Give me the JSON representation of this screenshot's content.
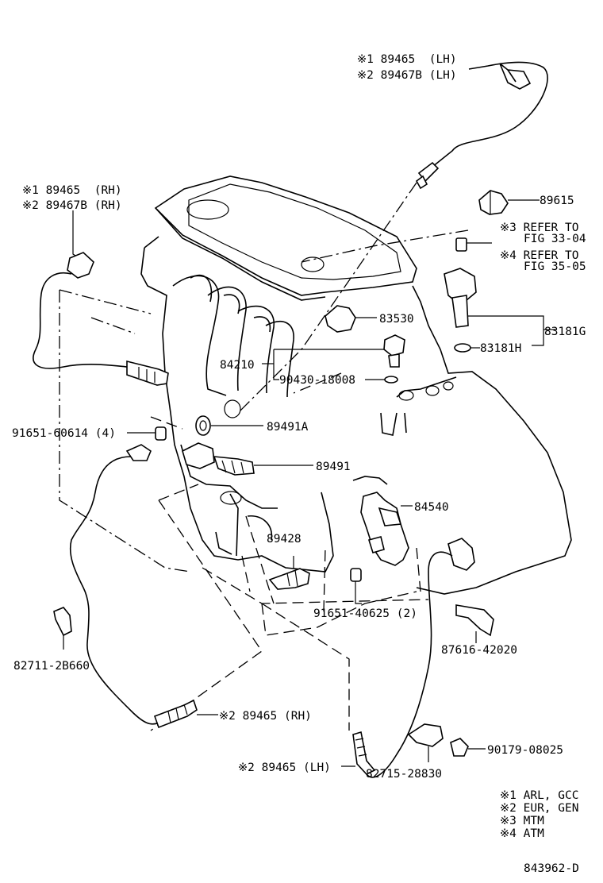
{
  "labels": {
    "p1_lh_a": "※1 89465  (LH)",
    "p1_lh_b": "※2 89467B (LH)",
    "p1_rh_a": "※1 89465  (RH)",
    "p1_rh_b": "※2 89467B (RH)",
    "knock": "89615",
    "ref1_a": "※3 REFER TO",
    "ref1_b": "FIG 33-04",
    "ref2_a": "※4 REFER TO",
    "ref2_b": "FIG 35-05",
    "oil_sw": "83530",
    "sensor_g": "83181G",
    "oring_h": "83181H",
    "temp": "84210",
    "gasket_sw": "90430-18008",
    "bolt_a": "91651-60614 (4)",
    "gasket_a": "89491A",
    "valve": "89491",
    "neutral_sw": "84540",
    "water_temp": "89428",
    "bolt_b": "91651-40625 (2)",
    "clamp_a": "82711-2B660",
    "clamp_b": "87616-42020",
    "sensor_rh2": "※2 89465 (RH)",
    "sensor_lh2": "※2 89465 (LH)",
    "bracket": "82715-28830",
    "nut": "90179-08025",
    "note1": "※1 ARL, GCC",
    "note2": "※2 EUR, GEN",
    "note3": "※3 MTM",
    "note4": "※4 ATM",
    "fig_id": "843962-D"
  }
}
